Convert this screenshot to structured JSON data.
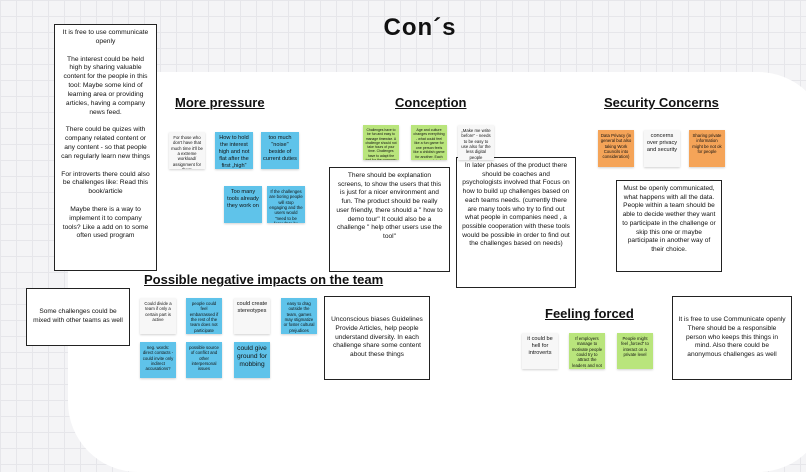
{
  "title": "Con´s",
  "headings": {
    "more_pressure": "More pressure",
    "conception": "Conception",
    "security": "Security Concerns",
    "negative": "Possible negative impacts on the team",
    "forced": "Feeling forced"
  },
  "textboxes": {
    "left": "It is free to use communicate openly\n\nThe interest could be held high by sharing valuable content for the people in this tool: Maybe some kind of learning area or providing articles, having a company news feed.\n\nThere could be quizes with company related content or any content - so that people can regularly learn new things\n\nFor introverts there could also be challenges like: Read this book/article\n\nMaybe there is a way to implement it to company tools? Like a add on to some often used program",
    "explanation": "There should be explanation screens, to show the users that this is just for a nicer environment and fun. The product should be really user friendly, there should a \" how to demo tour\" It could also be a challenge \" help other users use the tool\"",
    "coaches": "In later phases of the product there should be coaches and psychologists involved that Focus on how to build up challenges based on each teams needs. (currently there are many tools who try to find out what people in companies need , a possible cooperation with these tools would be possible in order to find out the challenges based on needs)",
    "security": "Must be openly communicated, what happens with all the data. People within a team should be able to decide wether they want to participate in the challenge or skip this one or maybe participate in another way of their choice.",
    "mixed": "Some challenges could be mixed with other teams as well",
    "biases": "Unconscious biases Guidelines\nProvide Articles, help people understand diversity. In each challenge share some content about these things",
    "free_right": "It is free to use Communicate openly\nThere should be a responsible person who keeps this things in mind. Also there could be anonymous challenges as well"
  },
  "notes": {
    "mp1": "For those who don't have that much time it'll be a extreme workload/ assignment for them",
    "mp2": "How to hold the interest high and not flat after the first „high“",
    "mp3": "too much \"noise\" beside of current duties",
    "mp4": "Too many tools already they work on",
    "mp5": "If the challenges are boring people will stop engaging and the users would \"need to be forced\" to by coding to count someone into being a tool",
    "c1": "Challenges have to be fun and easy to manage timewise. A challenge should not take hours of your time. Challenges have to adapt the tool for the company so that it gets the attention it needs and is easy used by people",
    "c2": "Age and culture changes everything - what could feel like a fun game for one person feels like a childish game for another. Each person needs to be heard for it to feel comfortable",
    "c3": "„Make me write before\" - needs to be easy to use also for the less digital people",
    "s1": "Data Privacy (in general but also taking Work Councils into consideration)",
    "s2": "concerns over privacy and security",
    "s3": "Sharing private information might be not ok for people",
    "n1": "Could divide a team if only a certain part is active",
    "n2": "people could feel embarrassed if the rest of the team does not participate",
    "n3": "could create stereotypes",
    "n4": "easy to drag outside the team, games may stigmatize or foster cultural prejudices",
    "n5": "neg. words: direct contacts - could invite only indirect accusations?",
    "n6": "possible source of conflict and other interpersonal issues",
    "n7": "could give ground for mobbing",
    "f1": "it could be hell for introverts",
    "f2": "If employers manage to motivate people could try to attract the leaders and not also authentically",
    "f3": "People might feel „forced\" to interact on a private level"
  }
}
